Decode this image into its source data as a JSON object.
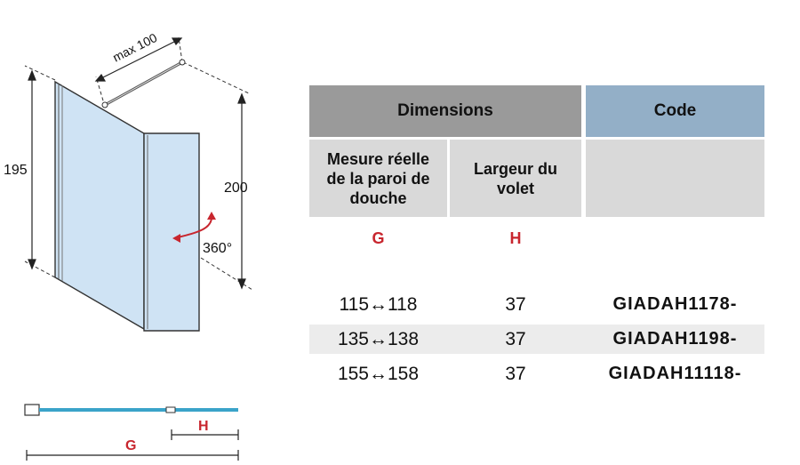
{
  "diagram": {
    "label_max": "max 100",
    "label_195": "195",
    "label_200": "200",
    "label_360": "360°"
  },
  "plan": {
    "label_h": "H",
    "label_g": "G"
  },
  "table": {
    "header_dimensions": "Dimensions",
    "header_code": "Code",
    "sub_g": "Mesure réelle de la paroi de douche",
    "sub_h": "Largeur du volet",
    "sub_code": "",
    "letter_g": "G",
    "letter_h": "H",
    "rows": [
      {
        "g": "115↔118",
        "h": "37",
        "code": "GIADAH1178-"
      },
      {
        "g": "135↔138",
        "h": "37",
        "code": "GIADAH1198-"
      },
      {
        "g": "155↔158",
        "h": "37",
        "code": "GIADAH11118-"
      }
    ]
  },
  "colors": {
    "header_gray": "#9a9a9a",
    "header_blue": "#93afc7",
    "sub_gray": "#d9d9d9",
    "row_shade": "#ececec",
    "letter_red": "#c8262e",
    "glass": "#cfe3f4",
    "plan_blue": "#3aa3c9"
  }
}
